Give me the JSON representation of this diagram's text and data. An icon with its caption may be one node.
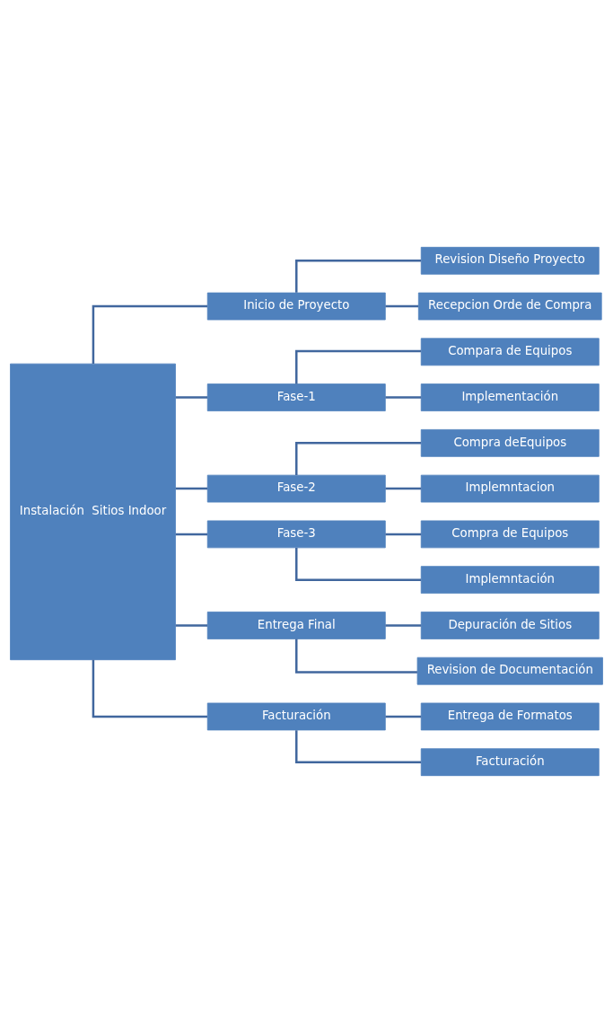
{
  "diagram": {
    "nodes": [
      {
        "text": [
          "Instalación  Sitios Indoor"
        ]
      },
      {
        "text": [
          "Inicio de Proyecto"
        ]
      },
      {
        "text": [
          "Revision Diseño Proyecto"
        ]
      },
      {
        "text": [
          "Recepcion Orde de Compra"
        ]
      },
      {
        "text": [
          "Fase-1"
        ]
      },
      {
        "text": [
          "Compara de Equipos"
        ]
      },
      {
        "text": [
          "Implementación"
        ]
      },
      {
        "text": [
          "Fase-2"
        ]
      },
      {
        "text": [
          "Compra deEquipos"
        ]
      },
      {
        "text": [
          "Implemntacion"
        ]
      },
      {
        "text": [
          "Fase-3"
        ]
      },
      {
        "text": [
          "Compra de Equipos"
        ]
      },
      {
        "text": [
          "Implemntación"
        ]
      },
      {
        "text": [
          "Entrega Final"
        ]
      },
      {
        "text": [
          "Depuración de Sitios"
        ]
      },
      {
        "text": [
          "Revision de Documentación"
        ]
      },
      {
        "text": [
          "Facturación"
        ]
      },
      {
        "text": [
          "Entrega de Formatos"
        ]
      },
      {
        "text": [
          "Facturación"
        ]
      }
    ],
    "edges": [
      {
        "from": 0,
        "to": 1,
        "arrow": "none"
      },
      {
        "from": 0,
        "to": 4,
        "arrow": "none"
      },
      {
        "from": 0,
        "to": 7,
        "arrow": "none"
      },
      {
        "from": 0,
        "to": 10,
        "arrow": "none"
      },
      {
        "from": 0,
        "to": 13,
        "arrow": "none"
      },
      {
        "from": 0,
        "to": 16,
        "arrow": "none"
      },
      {
        "from": 1,
        "to": 2,
        "arrow": "none"
      },
      {
        "from": 1,
        "to": 3,
        "arrow": "none"
      },
      {
        "from": 4,
        "to": 5,
        "arrow": "none"
      },
      {
        "from": 4,
        "to": 6,
        "arrow": "none"
      },
      {
        "from": 7,
        "to": 8,
        "arrow": "none"
      },
      {
        "from": 7,
        "to": 9,
        "arrow": "none"
      },
      {
        "from": 10,
        "to": 11,
        "arrow": "none"
      },
      {
        "from": 10,
        "to": 12,
        "arrow": "none"
      },
      {
        "from": 13,
        "to": 14,
        "arrow": "none"
      },
      {
        "from": 13,
        "to": 15,
        "arrow": "none"
      },
      {
        "from": 16,
        "to": 17,
        "arrow": "none"
      },
      {
        "from": 16,
        "to": 18,
        "arrow": "none"
      }
    ]
  }
}
